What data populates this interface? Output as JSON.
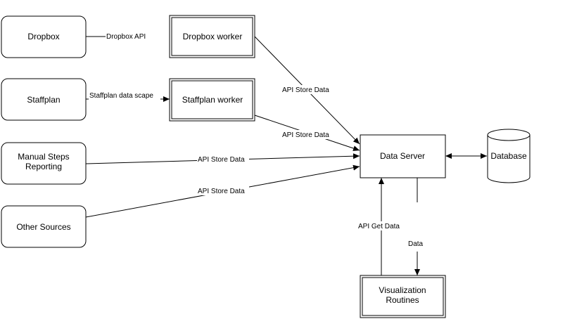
{
  "nodes": {
    "dropbox": "Dropbox",
    "dropbox_worker": "Dropbox worker",
    "staffplan": "Staffplan",
    "staffplan_worker": "Staffplan worker",
    "manual_steps_line1": "Manual Steps",
    "manual_steps_line2": "Reporting",
    "other_sources": "Other Sources",
    "data_server": "Data Server",
    "database": "Database",
    "visualization_line1": "Visualization",
    "visualization_line2": "Routines"
  },
  "edges": {
    "dropbox_api": "Dropbox API",
    "staffplan_scrape": "Staffplan data scape",
    "dropbox_worker_store": "API Store Data",
    "staffplan_worker_store": "API Store Data",
    "manual_store": "API Store Data",
    "other_store": "API Store Data",
    "api_get_data": "API Get Data",
    "data": "Data"
  }
}
